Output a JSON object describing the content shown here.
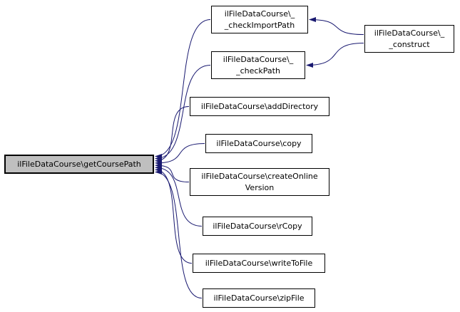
{
  "diagram": {
    "type": "call-graph",
    "colors": {
      "edge": "#191970",
      "node_border": "#000000",
      "node_fill": "#ffffff",
      "highlight_fill": "#bfbfbf"
    },
    "nodes": [
      {
        "id": "getCoursePath",
        "label": "ilFileDataCourse\\getCoursePath",
        "highlighted": true
      },
      {
        "id": "checkImportPath",
        "label": "ilFileDataCourse\\_\n_checkImportPath",
        "highlighted": false
      },
      {
        "id": "checkPath",
        "label": "ilFileDataCourse\\_\n_checkPath",
        "highlighted": false
      },
      {
        "id": "addDirectory",
        "label": "ilFileDataCourse\\addDirectory",
        "highlighted": false
      },
      {
        "id": "copy",
        "label": "ilFileDataCourse\\copy",
        "highlighted": false
      },
      {
        "id": "createOnlineVersion",
        "label": "ilFileDataCourse\\createOnline\nVersion",
        "highlighted": false
      },
      {
        "id": "rCopy",
        "label": "ilFileDataCourse\\rCopy",
        "highlighted": false
      },
      {
        "id": "writeToFile",
        "label": "ilFileDataCourse\\writeToFile",
        "highlighted": false
      },
      {
        "id": "zipFile",
        "label": "ilFileDataCourse\\zipFile",
        "highlighted": false
      },
      {
        "id": "construct",
        "label": "ilFileDataCourse\\_\n_construct",
        "highlighted": false
      }
    ],
    "edges": [
      {
        "from": "checkImportPath",
        "to": "getCoursePath"
      },
      {
        "from": "checkPath",
        "to": "getCoursePath"
      },
      {
        "from": "addDirectory",
        "to": "getCoursePath"
      },
      {
        "from": "copy",
        "to": "getCoursePath"
      },
      {
        "from": "createOnlineVersion",
        "to": "getCoursePath"
      },
      {
        "from": "rCopy",
        "to": "getCoursePath"
      },
      {
        "from": "writeToFile",
        "to": "getCoursePath"
      },
      {
        "from": "zipFile",
        "to": "getCoursePath"
      },
      {
        "from": "construct",
        "to": "checkImportPath"
      },
      {
        "from": "construct",
        "to": "checkPath"
      }
    ]
  }
}
